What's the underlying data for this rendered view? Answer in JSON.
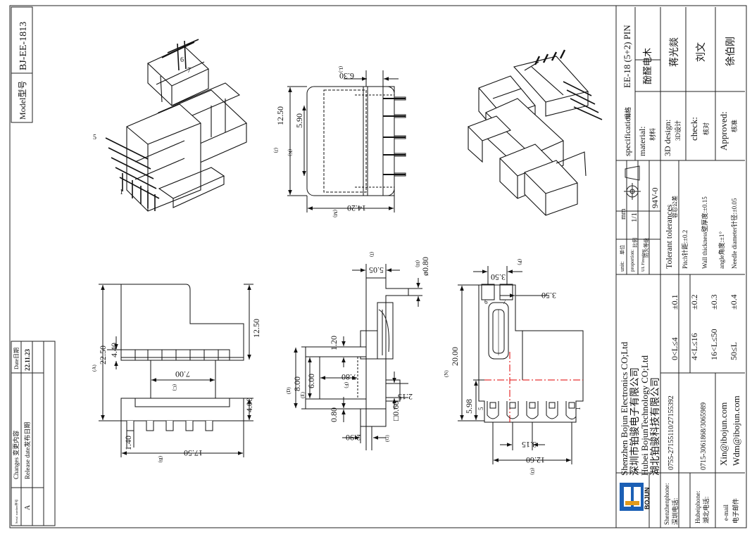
{
  "title_block": {
    "model_label": "Model型号",
    "model": "BJ-EE-1813",
    "spec_label": "specification:",
    "spec_cn": "规格",
    "spec_value": "EE-18 (5+2) PIN",
    "material_label": "material:",
    "material_cn": "材料",
    "material_value": "酚醛电木",
    "design_label": "3D design:",
    "design_cn": "3D设计",
    "design_value": "蒋光燚",
    "check_label": "check:",
    "check_cn": "核对",
    "check_value": "刘文",
    "approved_label": "Approved:",
    "approved_cn": "核准",
    "approved_value": "徐伯刚",
    "unit_label": "unit:",
    "unit_cn": "单位",
    "unit_value": "mm",
    "proportion_label": "proportion:",
    "proportion_cn": "比例",
    "proportion_value": "1/1",
    "ul_label": "UL Fireating:",
    "ul_cn": "防火等级",
    "ul_value": "94V-0",
    "tol_title": "Tolerant tolerances",
    "tol_cn": "容忍公差",
    "tolerances": [
      {
        "range": "0<L≤4",
        "value": "±0.1"
      },
      {
        "range": "4<L≤16",
        "value": "±0.2"
      },
      {
        "range": "16<L≤50",
        "value": "±0.3"
      },
      {
        "range": "50≤L",
        "value": "±0.4"
      }
    ],
    "tol_notes": [
      "Pitch针距:±0.2",
      "Wall thickness壁厚度:±0.15",
      "angle角度:±1°",
      "Needle diameter针径:±0.05"
    ],
    "company_en1": "Shenzhen Bojun Electronics CO;Ltd",
    "company_cn1": "深圳市铂骏电子有限公司",
    "company_en2": "Hubei BojunTechnology CO;Ltd",
    "company_cn2": "湖北铂骏科技有限公司",
    "logo_text": "BOJUN",
    "sz_phone_label": "Shenzhenphone:",
    "sz_phone_cn": "深圳电话:",
    "sz_phone": "0755-27155110/27155392",
    "hb_phone_label": "Hubeiphone:",
    "hb_phone_cn": "湖北电话:",
    "hb_phone": "0715-3061868/3065989",
    "email_label": "e-mail",
    "email_cn": "电子邮件",
    "email1": "Xin@ibojun.com",
    "email2": "Wdm@ibojun.com"
  },
  "changes": {
    "title": "Changes 变更内容",
    "date_title": "Date日期",
    "serial_header": "Serial number序号",
    "release_label": "Release date发布日期",
    "date_value": "22.11.23",
    "serial": "A"
  },
  "views": {
    "top": {
      "d_630": "6.30",
      "l_L": "(L)",
      "d_1250": "12.50",
      "l_J": "(J)",
      "d_590": "5.90",
      "l_K": "(K)",
      "d_1420": "14.20",
      "l_M": "(M)"
    },
    "front": {
      "d_2250": "22.50",
      "l_A": "(A)",
      "d_440": "4.40",
      "d_1250": "12.50",
      "d_700": "7.00",
      "l_C": "(C)",
      "d_400": "4.00",
      "d_140": "1.40",
      "d_1750": "17.50",
      "l_B": "(B)"
    },
    "side": {
      "d_505": "5.05",
      "l_I": "(I)",
      "d_080d": "ø0.80",
      "l_H": "(H)",
      "d_120": "1.20",
      "d_800": "8.00",
      "l_D": "(D)",
      "d_600": "6.00",
      "l_E": "(E)",
      "d_780": "7.80",
      "l_F": "(F)",
      "d_215": "2.15",
      "d_080": "0.80",
      "d_290": "2.90",
      "d_060": "□0.60",
      "l_G": "(G)"
    },
    "bottom": {
      "d_350p": "3.50",
      "l_P": "(P)",
      "d_350": "3.50",
      "d_2000": "20.00",
      "l_N": "(N)",
      "d_598": "5.98",
      "d_315": "3.15",
      "d_1260": "12.60",
      "l_O": "(O)",
      "pin6": "6",
      "pin7": "7",
      "pin5": "5",
      "pin1": "1"
    },
    "iso1": {
      "pin5": "5",
      "pin1": "1",
      "pin6": "6",
      "pin7": "7"
    }
  }
}
